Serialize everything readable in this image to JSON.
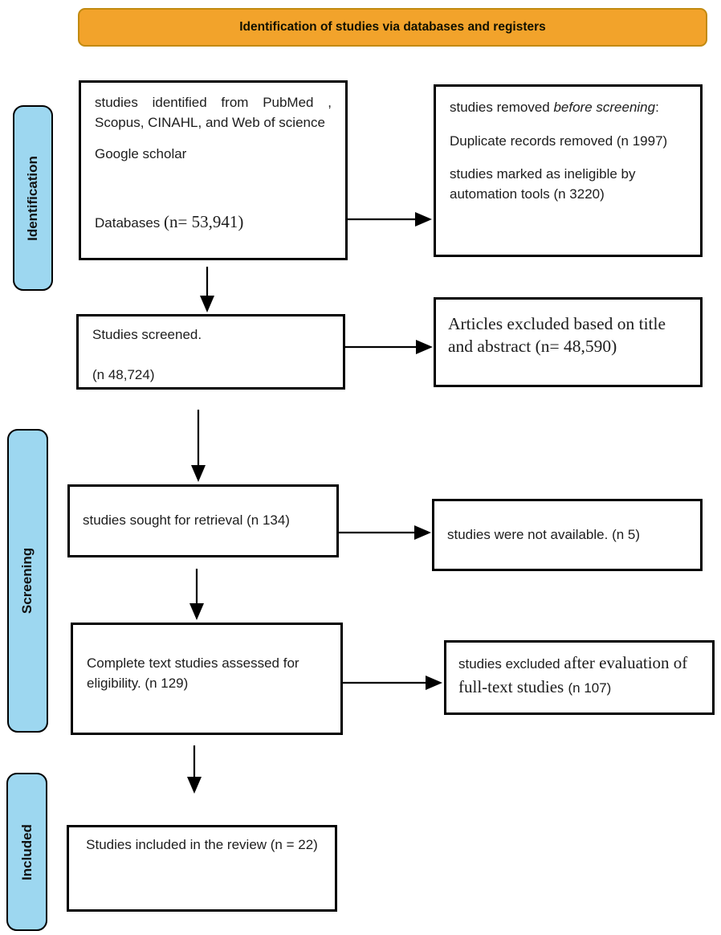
{
  "banner": {
    "title": "Identification of studies via databases and registers"
  },
  "stages": [
    {
      "label": "Identification"
    },
    {
      "label": "Screening"
    },
    {
      "label": "Included"
    }
  ],
  "boxes": {
    "identified": {
      "sources": "studies identified from PubMed , Scopus, CINAHL, and Web of science",
      "extra_source": "Google scholar",
      "databases_prefix": "Databases ",
      "databases_n": "(n= 53,941)"
    },
    "removed_before_screening": {
      "intro_prefix": "studies removed ",
      "intro_italic": "before screening",
      "intro_suffix": ":",
      "duplicates": "Duplicate records removed (n 1997)",
      "automation": "studies marked as ineligible by automation tools (n 3220)"
    },
    "screened": {
      "line1": "Studies screened.",
      "line2": "(n 48,724)"
    },
    "excluded_title_abstract": {
      "text": "Articles excluded based on title and abstract (n= 48,590)"
    },
    "sought": {
      "text": "studies sought for retrieval (n 134)"
    },
    "not_available": {
      "text": "studies were not available. (n 5)"
    },
    "assessed": {
      "text": "Complete text studies assessed for eligibility. (n 129)"
    },
    "excluded_fulltext": {
      "seg1": "studies excluded ",
      "seg2": "after evaluation of full-text studies ",
      "seg3": "(n 107)"
    },
    "included": {
      "text": "Studies included in the review (n = 22)"
    }
  },
  "colors": {
    "banner_fill": "#F2A32B",
    "banner_border": "#C28A10",
    "stage_fill": "#9DD7F0",
    "stage_border": "#000000",
    "box_border": "#000000",
    "arrow": "#000000"
  }
}
